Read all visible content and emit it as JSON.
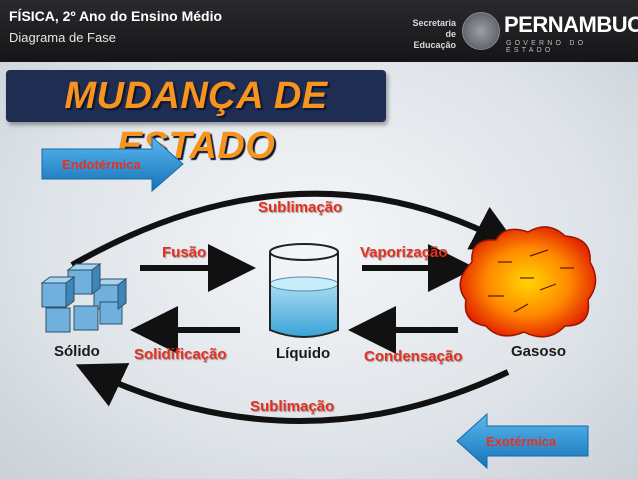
{
  "header": {
    "title": "FÍSICA, 2º Ano do Ensino Médio",
    "subtitle": "Diagrama de Fase",
    "secretaria": "Secretaria de Educação",
    "brand": "PERNAMBUCO",
    "government": "GOVERNO DO ESTADO"
  },
  "banner": {
    "title": "MUDANÇA DE ESTADO"
  },
  "diagram": {
    "endothermic": "Endotérmica",
    "exothermic": "Exotérmica",
    "states": {
      "solid": "Sólido",
      "liquid": "Líquido",
      "gas": "Gasoso"
    },
    "transitions": {
      "sublimation_top": "Sublimação",
      "fusion": "Fusão",
      "vaporization": "Vaporização",
      "solidification": "Solidificação",
      "condensation": "Condensação",
      "sublimation_bottom": "Sublimação"
    }
  },
  "colors": {
    "header_bg": "#1a1a1c",
    "banner_bg": "#1f2d52",
    "banner_text": "#f7941d",
    "label_red": "#e8301f",
    "cube_blue": "#6fb1dc",
    "arrow_flag": "#1e8fd6"
  }
}
